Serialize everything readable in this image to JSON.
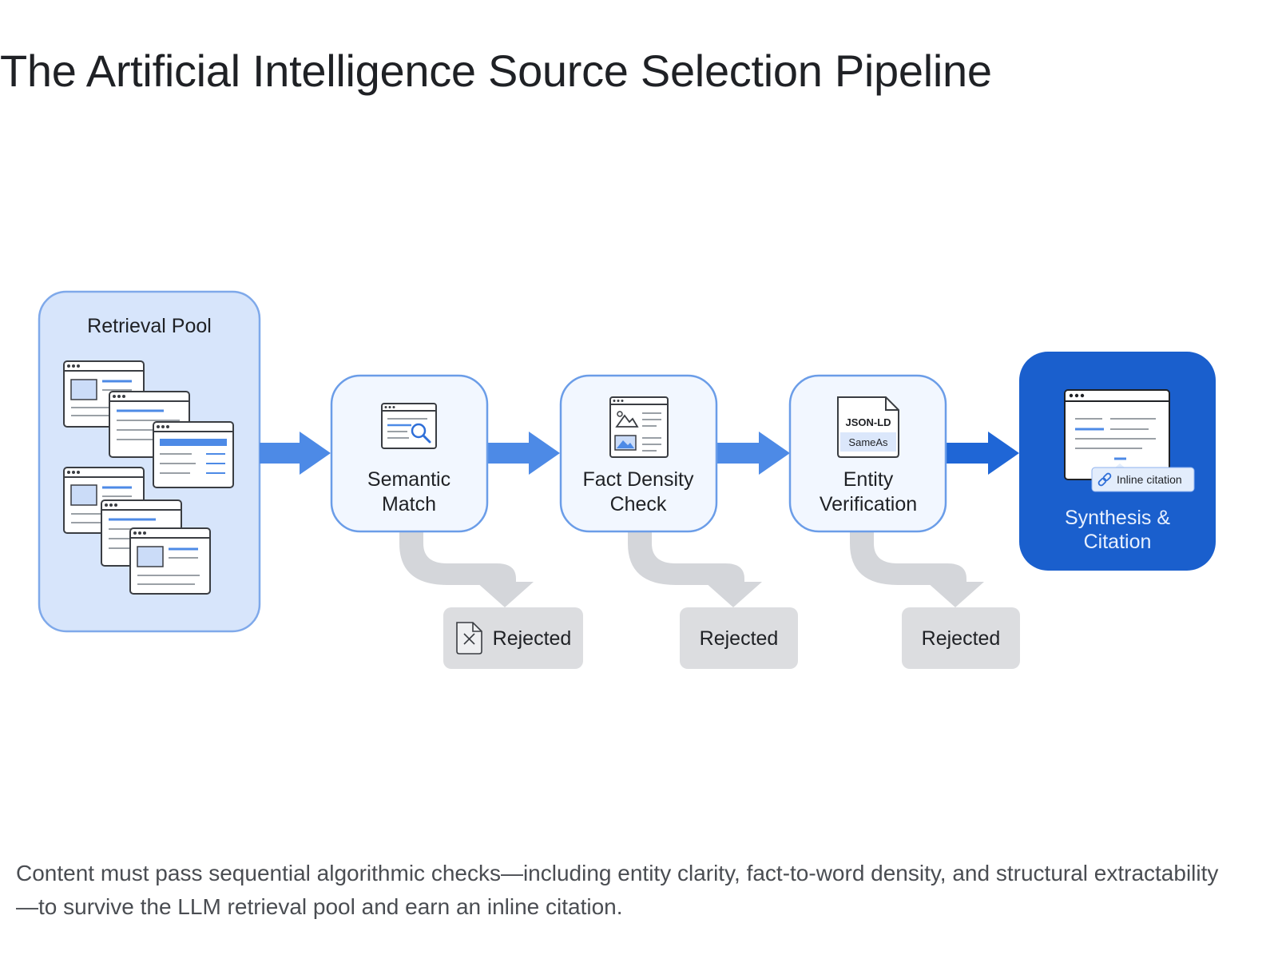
{
  "title": "The Artificial Intelligence Source Selection Pipeline",
  "caption": "Content must pass sequential algorithmic checks—including entity clarity, fact-to-word density, and structural extractability—to survive the LLM retrieval pool and earn an inline citation.",
  "pool": {
    "label": "Retrieval Pool"
  },
  "stages": [
    {
      "line1": "Semantic",
      "line2": "Match",
      "icon": "search-document-icon"
    },
    {
      "line1": "Fact Density",
      "line2": "Check",
      "icon": "image-document-icon"
    },
    {
      "line1": "Entity",
      "line2": "Verification",
      "icon": "json-ld-file-icon",
      "file_line1": "JSON-LD",
      "file_line2": "SameAs"
    }
  ],
  "rejected": [
    {
      "label": "Rejected",
      "icon": "rejected-file-icon"
    },
    {
      "label": "Rejected"
    },
    {
      "label": "Rejected"
    }
  ],
  "final": {
    "line1": "Synthesis &",
    "line2": "Citation",
    "badge": "Inline citation",
    "badge_icon": "link-icon"
  },
  "colors": {
    "pool_fill": "#d7e5fb",
    "pool_border": "#7fa9ea",
    "stage_fill": "#f2f7ff",
    "stage_border": "#6b9de8",
    "arrow": "#4d8ae6",
    "arrow_dark": "#1f66d6",
    "final_fill": "#1a5fcd",
    "rejected_fill": "#dcdde0",
    "reject_path": "#d4d6da"
  }
}
